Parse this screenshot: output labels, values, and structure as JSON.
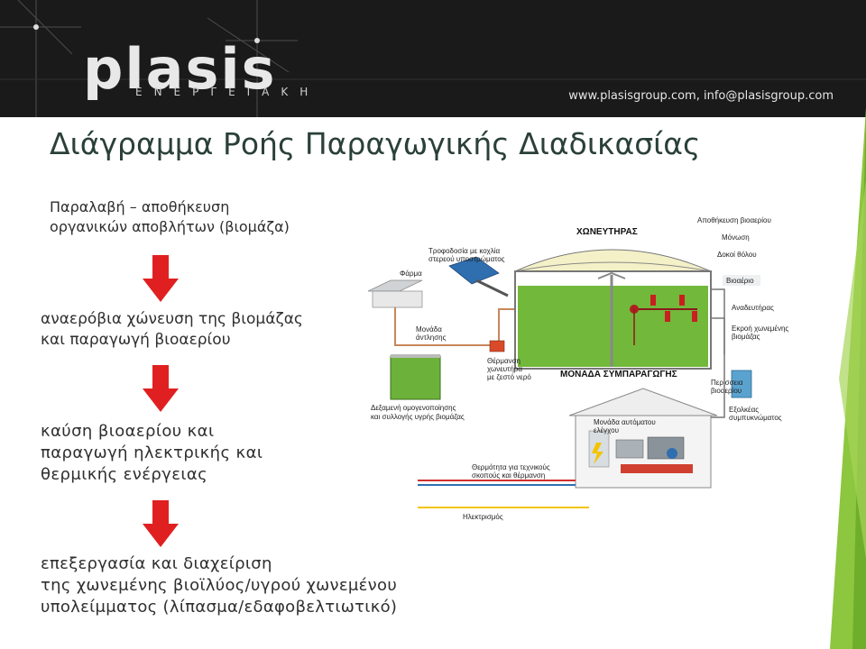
{
  "header": {
    "logo_text": "plasis",
    "logo_subtext": "ΕΝΕΡΓΕΙΑΚΗ",
    "contact": "www.plasisgroup.com, info@plasisgroup.com"
  },
  "title": "Διάγραμμα Ροής Παραγωγικής Διαδικασίας",
  "steps": [
    {
      "line1": "Παραλαβή – αποθήκευση",
      "line2": "οργανικών αποβλήτων (βιομάζα)"
    },
    {
      "line1": "αναερόβια χώνευση της βιομάζας",
      "line2": "και παραγωγή βιοαερίου"
    },
    {
      "line1": "καύση βιοαερίου και",
      "line2": "παραγωγή ηλεκτρικής και",
      "line3": "θερμικής ενέργειας"
    },
    {
      "line1": "επεξεργασία και διαχείριση",
      "line2": "της χωνεμένης βιοϊλύος/υγρού χωνεμένου",
      "line3": "υπολείμματος (λίπασμα/εδαφοβελτιωτικό)"
    }
  ],
  "diagram": {
    "digester_title": "ΧΩΝΕΥΤΗΡΑΣ",
    "chp_title": "ΜΟΝΑΔΑ ΣΥΜΠΑΡΑΓΩΓΗΣ",
    "labels": {
      "biogas_storage": "Αποθήκευση βιοαερίου",
      "insulation": "Μόνωση",
      "beams": "Δοκοί θόλου",
      "biogas": "Βιοαέριο",
      "mixer": "Αναδευτήρας",
      "outflow_1": "Εκροή χωνεμένης",
      "outflow_2": "βιομάζας",
      "excess_1": "Περίσσεια",
      "excess_2": "βιοαερίου",
      "compressors_1": "Εξολκέας",
      "compressors_2": "συμπυκνώματος",
      "feeder_1": "Τροφοδοσία με κοχλία",
      "feeder_2": "στερεού υποστρώματος",
      "farm": "Φάρμα",
      "pump_1": "Μονάδα",
      "pump_2": "άντλησης",
      "heating_1": "Θέρμανση",
      "heating_2": "χωνευτήρα",
      "heating_3": "με ζεστό νερό",
      "tank_1": "Δεξαμενή ομογενοποίησης",
      "tank_2": "και συλλογής υγρής βιομάζας",
      "control_1": "Μονάδα αυτόματου",
      "control_2": "ελέγχου",
      "thermal_1": "Θερμότητα για τεχνικούς",
      "thermal_2": "σκοπούς και θέρμανση",
      "electricity": "Ηλεκτρισμός"
    }
  },
  "colors": {
    "header_bg": "#1a1a1a",
    "title": "#2a4038",
    "arrow": "#e02020",
    "accent_green": "#8dc63f"
  }
}
